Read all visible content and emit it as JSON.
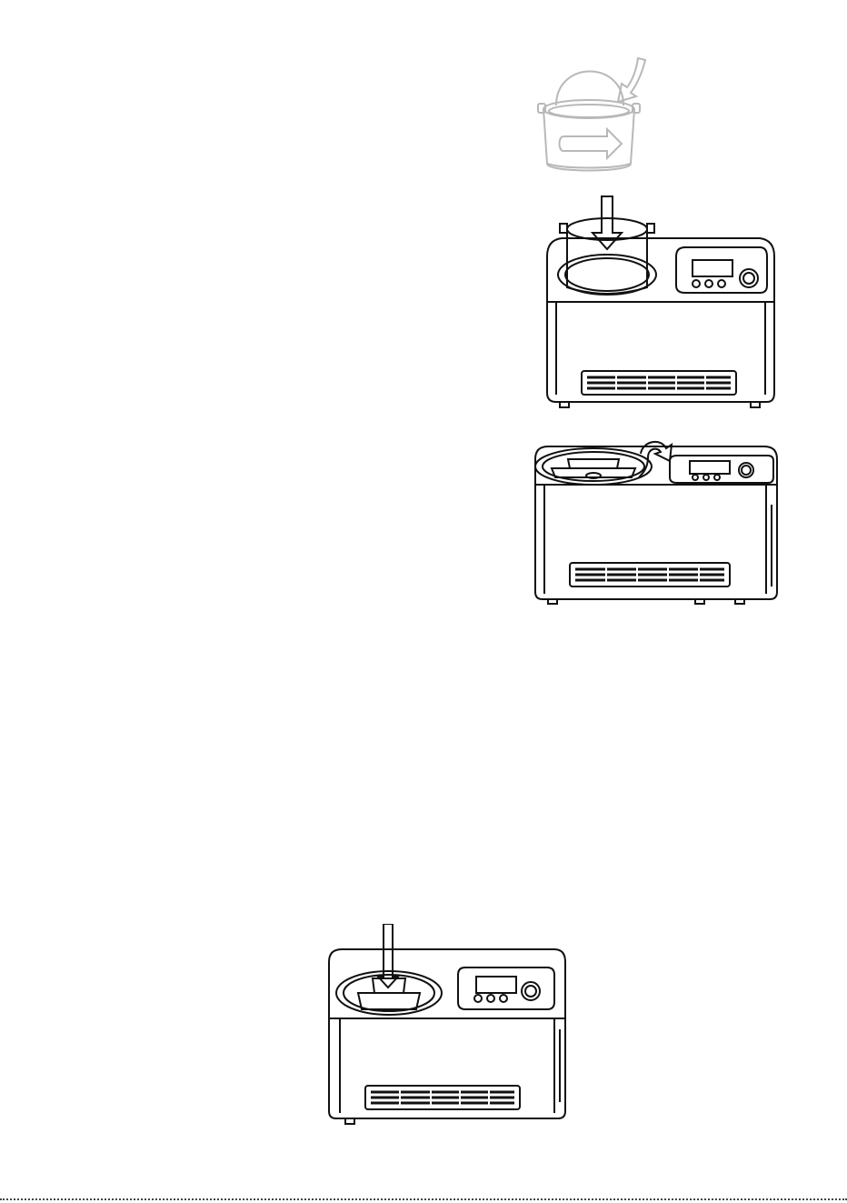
{
  "figures": [
    {
      "id": "bowl-handle",
      "icon": "bowl-with-handle-illustration"
    },
    {
      "id": "insert-bowl",
      "icon": "insert-bowl-into-machine-illustration"
    },
    {
      "id": "attach-lid",
      "icon": "attach-and-rotate-lid-illustration"
    },
    {
      "id": "pour-ingredients",
      "icon": "pour-ingredients-through-lid-illustration"
    }
  ],
  "colors": {
    "line": "#111111",
    "faded_line": "#b8b8b8",
    "background": "#ffffff"
  }
}
